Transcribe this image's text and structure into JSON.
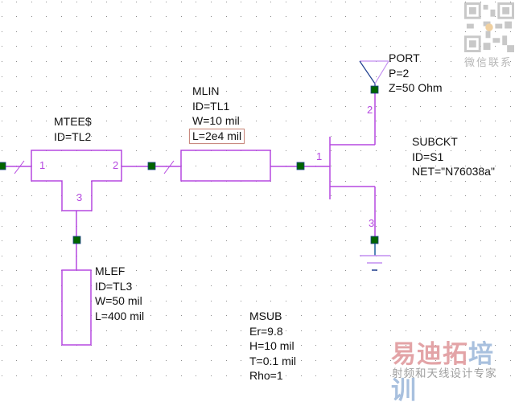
{
  "schematic": {
    "colors": {
      "wire": "#b548e0",
      "node": "#006400",
      "node_border": "#1f3f8f",
      "grid_dot": "#8c8c8c",
      "text": "#111111",
      "pin_number": "#b548e0"
    },
    "components": {
      "mtee": {
        "lines": [
          "MTEE$",
          "ID=TL2"
        ],
        "pins": [
          "1",
          "2",
          "3"
        ]
      },
      "mlin": {
        "lines": [
          "MLIN",
          "ID=TL1",
          "W=10 mil"
        ],
        "selected_param": "L=2e4 mil"
      },
      "port": {
        "lines": [
          "PORT",
          "P=2",
          "Z=50 Ohm"
        ]
      },
      "subckt": {
        "lines": [
          "SUBCKT",
          "ID=S1",
          "NET=\"N76038a\""
        ],
        "pins": [
          "1",
          "2",
          "3"
        ]
      },
      "mlef": {
        "lines": [
          "MLEF",
          "ID=TL3",
          "W=50 mil",
          "L=400 mil"
        ]
      },
      "msub": {
        "lines": [
          "MSUB",
          "Er=9.8",
          "H=10 mil",
          "T=0.1 mil",
          "Rho=1"
        ]
      }
    }
  },
  "watermark": {
    "qr_caption": "微信联系",
    "brand_red": "易迪拓",
    "brand_blue": "培训",
    "tagline": "射频和天线设计专家"
  }
}
